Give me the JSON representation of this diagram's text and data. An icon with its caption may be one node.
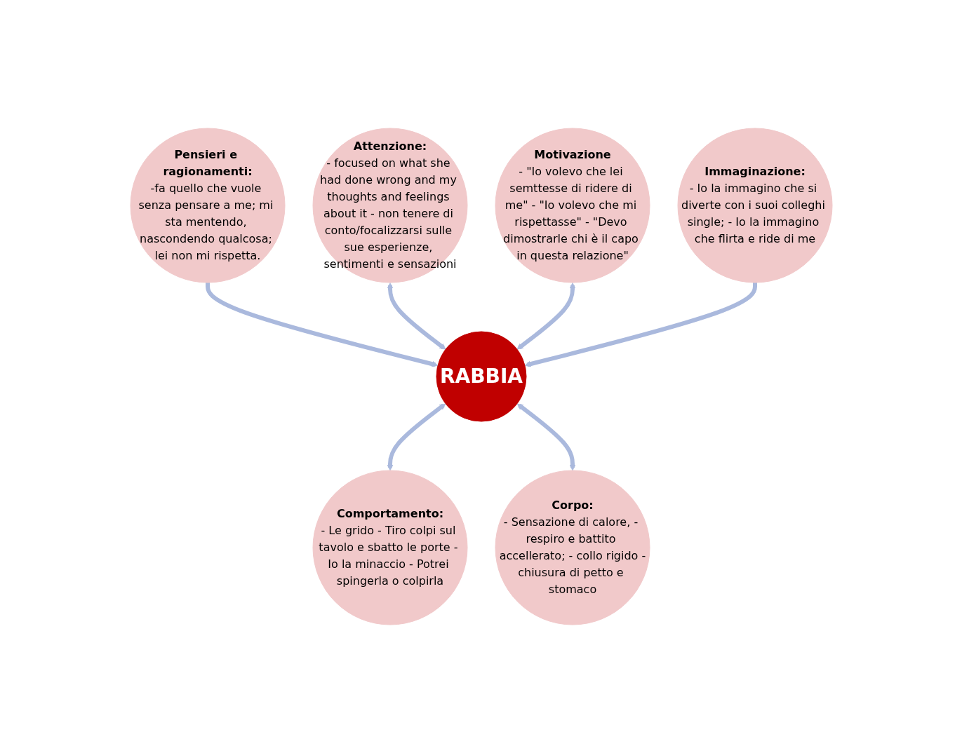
{
  "diagram": {
    "nodes": [
      {
        "text": [
          "Pensieri e ragionamenti:",
          "-fa quello che vuole senza pensare a me; mi sta mentendo, nascondendo qualcosa; lei non mi rispetta."
        ]
      },
      {
        "text": [
          "Attenzione:",
          "- focused on what she had done wrong and my thoughts and feelings about it - non tenere di conto/focalizzarsi sulle sue esperienze, sentimenti e sensazioni"
        ]
      },
      {
        "text": [
          "Motivazione",
          "- \"Io volevo che lei semttesse di ridere di me\" - \"Io volevo che mi rispettasse\" - \"Devo dimostrarle chi è il capo in questa relazione\""
        ]
      },
      {
        "text": [
          "RABBIA"
        ]
      },
      {
        "text": [
          "Comportamento:",
          "- Le grido - Tiro colpi sul tavolo e sbatto le porte - Io la minaccio - Potrei spingerla o colpirla"
        ]
      },
      {
        "text": [
          "Corpo:",
          "- Sensazione di calore, - respiro e battito accellerato; - collo rigido -chiusura di petto e stomaco"
        ]
      },
      {
        "text": [
          "Immaginazione:",
          "- Io la immagino che si diverte con i suoi colleghi single; - Io la immagino che flirta e ride di me"
        ]
      }
    ],
    "edges": [
      {
        "from": 0,
        "to": 3,
        "arrow": "to"
      },
      {
        "from": 1,
        "to": 3,
        "arrow": "both"
      },
      {
        "from": 2,
        "to": 3,
        "arrow": "both"
      },
      {
        "from": 3,
        "to": 4,
        "arrow": "both"
      },
      {
        "from": 3,
        "to": 5,
        "arrow": "both"
      },
      {
        "from": 6,
        "to": 3,
        "arrow": "to"
      }
    ]
  }
}
